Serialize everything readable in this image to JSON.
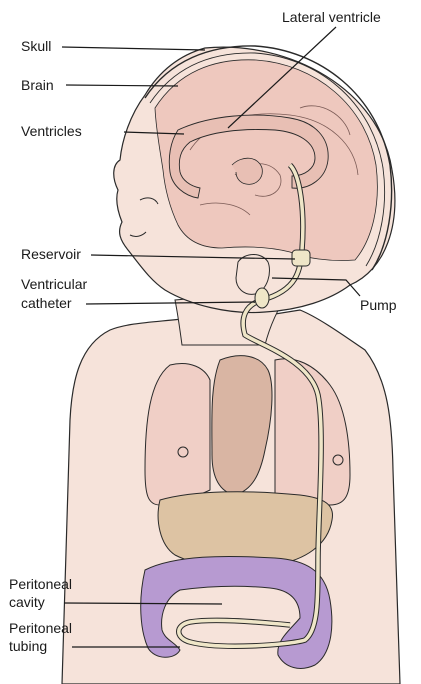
{
  "labels": {
    "skull": "Skull",
    "brain": "Brain",
    "ventricles": "Ventricles",
    "lateral_ventricle": "Lateral ventricle",
    "reservoir": "Reservoir",
    "ventricular_catheter_line1": "Ventricular",
    "ventricular_catheter_line2": "catheter",
    "pump": "Pump",
    "peritoneal_cavity_line1": "Peritoneal",
    "peritoneal_cavity_line2": "cavity",
    "peritoneal_tubing_line1": "Peritoneal",
    "peritoneal_tubing_line2": "tubing"
  },
  "colors": {
    "skin": "#f6e3da",
    "brain": "#eec8be",
    "lung": "#f0cfc6",
    "heart": "#d9b5a3",
    "stomach": "#ddc3a3",
    "intestine": "#b79ad1",
    "tube": "#efe6c8",
    "outline": "#2a2a2a"
  }
}
